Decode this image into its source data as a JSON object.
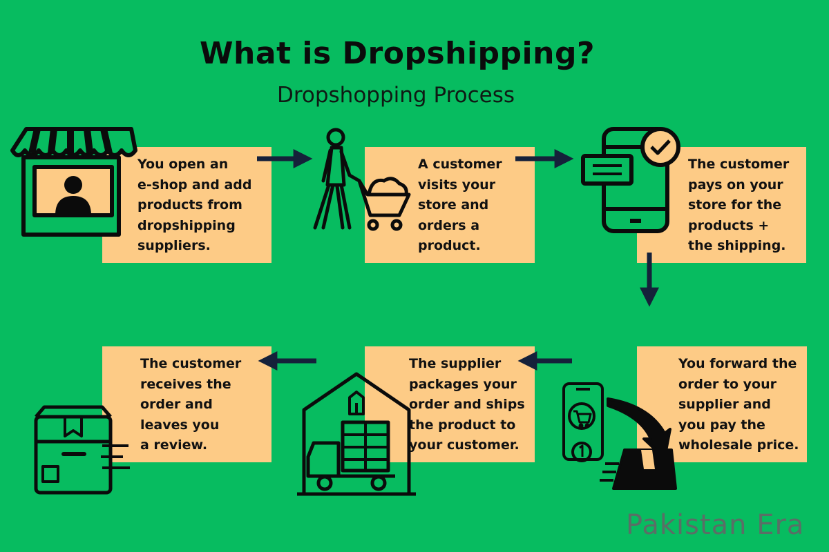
{
  "title": "What is Dropshipping?",
  "subtitle": "Dropshopping Process",
  "steps": [
    {
      "lines": [
        "You open an",
        "e-shop and add",
        "products from",
        "dropshipping",
        "suppliers."
      ],
      "icon": "storefront-icon"
    },
    {
      "lines": [
        "A customer",
        "visits your",
        "store and",
        "orders a",
        "product."
      ],
      "icon": "shopper-cart-icon"
    },
    {
      "lines": [
        "The customer",
        "pays on your",
        "store for the",
        "products +",
        "the shipping."
      ],
      "icon": "phone-payment-icon"
    },
    {
      "lines": [
        "You forward the",
        "order to your",
        "supplier and",
        "you pay the",
        "wholesale price."
      ],
      "icon": "order-forward-icon"
    },
    {
      "lines": [
        "The supplier",
        "packages your",
        "order and ships",
        "the product to",
        "your customer."
      ],
      "icon": "warehouse-truck-icon"
    },
    {
      "lines": [
        "The customer",
        "receives the",
        "order and",
        "leaves you",
        "a review."
      ],
      "icon": "delivered-package-icon"
    }
  ],
  "watermark": "Pakistan Era",
  "colors": {
    "background": "#07bc60",
    "box": "#fdcb86",
    "arrow": "#15213a",
    "icon": "#0b0b0b"
  }
}
